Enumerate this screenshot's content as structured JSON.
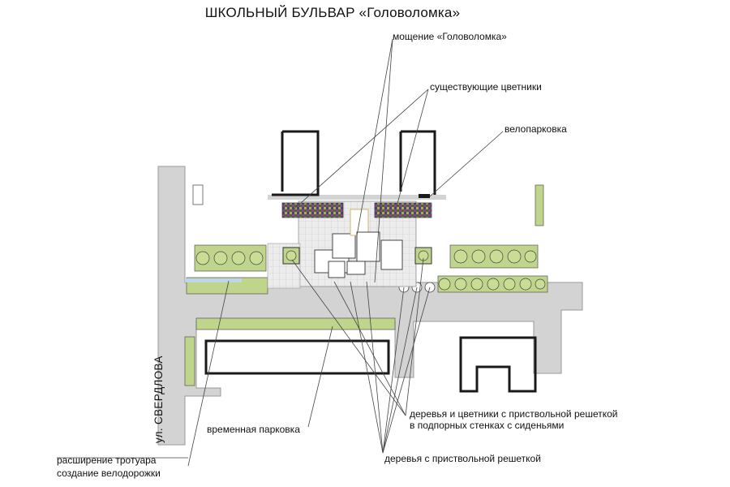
{
  "title": "ШКОЛЬНЫЙ БУЛЬВАР «Головоломка»",
  "labels": {
    "paving": "мощение «Головоломка»",
    "existing_flowerbeds": "существующие цветники",
    "bike_parking": "велопарковка",
    "trees_retaining_line1": "деревья и цветники с приствольной решеткой",
    "trees_retaining_line2": "в подпорных стенках с сиденьями",
    "temp_parking": "временная парковка",
    "trees_grate": "деревья с приствольной решеткой",
    "sidewalk_line1": "расширение тротуара",
    "sidewalk_line2": "создание велодорожки",
    "street_prefix": "ул.",
    "street_name": "СВЕРДЛОВА"
  },
  "colors": {
    "road": "#d3d3d3",
    "green": "#bfd58c",
    "paving": "#ececec",
    "outline": "#1a1a1a",
    "leader": "#444444",
    "water": "#bcd6ea"
  }
}
